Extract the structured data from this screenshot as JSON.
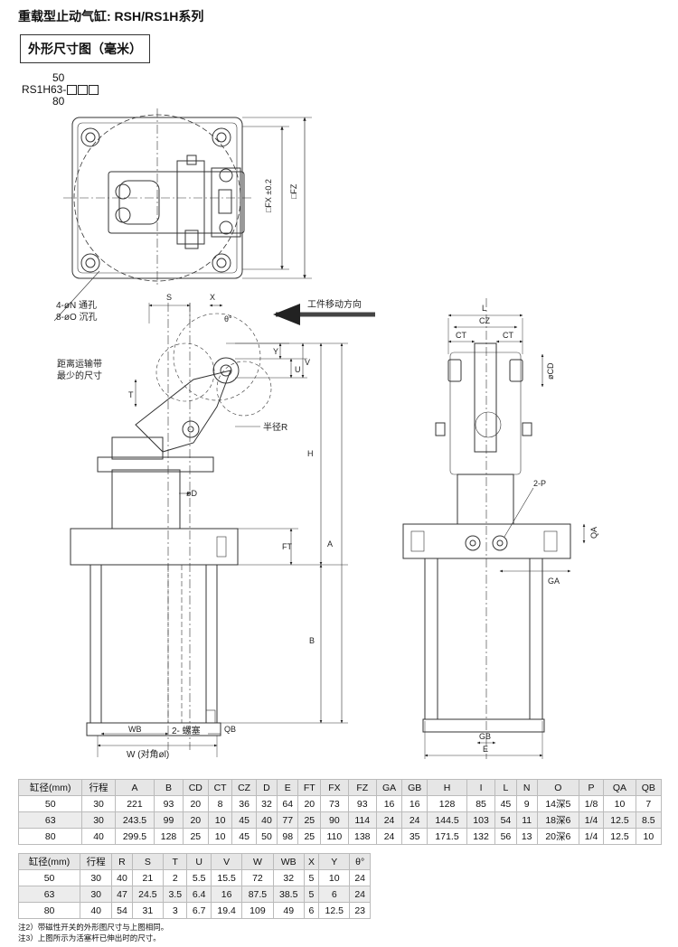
{
  "header": {
    "title": "重载型止动气缸: RSH/RS1H系列",
    "section": "外形尺寸图（毫米）"
  },
  "model": {
    "top": "50",
    "prefix": "RS1H63-",
    "bottom": "80"
  },
  "labels": {
    "holes1": "4-øN  通孔",
    "holes2": "8-øO  沉孔",
    "workpiece": "工件移动方向",
    "min_dist1": "距离运输带",
    "min_dist2": "最少的尺寸",
    "radius": "半径R",
    "plug": "2- 螺塞",
    "w": "W (对角øl)",
    "theta": "θ°",
    "fx": "□FX ±0.2",
    "fz": "□FZ",
    "s": "S",
    "x": "X",
    "y": "Y",
    "u": "U",
    "v": "V",
    "t": "T",
    "d": "øD",
    "h": "H",
    "a": "A",
    "ft": "FT",
    "b": "B",
    "wb": "WB",
    "qb": "QB",
    "l": "L",
    "cz": "CZ",
    "ct_left": "CT",
    "ct_right": "CT",
    "cd": "øCD",
    "p": "2-P",
    "qa": "QA",
    "ga": "GA",
    "gb": "GB",
    "e": "E"
  },
  "table1": {
    "headers": [
      "缸径(mm)",
      "行程",
      "A",
      "B",
      "CD",
      "CT",
      "CZ",
      "D",
      "E",
      "FT",
      "FX",
      "FZ",
      "GA",
      "GB",
      "H",
      "I",
      "L",
      "N",
      "O",
      "P",
      "QA",
      "QB"
    ],
    "rows": [
      [
        "50",
        "30",
        "221",
        "93",
        "20",
        "8",
        "36",
        "32",
        "64",
        "20",
        "73",
        "93",
        "16",
        "16",
        "128",
        "85",
        "45",
        "9",
        "14深5",
        "1/8",
        "10",
        "7"
      ],
      [
        "63",
        "30",
        "243.5",
        "99",
        "20",
        "10",
        "45",
        "40",
        "77",
        "25",
        "90",
        "114",
        "24",
        "24",
        "144.5",
        "103",
        "54",
        "11",
        "18深6",
        "1/4",
        "12.5",
        "8.5"
      ],
      [
        "80",
        "40",
        "299.5",
        "128",
        "25",
        "10",
        "45",
        "50",
        "98",
        "25",
        "110",
        "138",
        "24",
        "35",
        "171.5",
        "132",
        "56",
        "13",
        "20深6",
        "1/4",
        "12.5",
        "10"
      ]
    ]
  },
  "table2": {
    "headers": [
      "缸径(mm)",
      "行程",
      "R",
      "S",
      "T",
      "U",
      "V",
      "W",
      "WB",
      "X",
      "Y",
      "θ°"
    ],
    "rows": [
      [
        "50",
        "30",
        "40",
        "21",
        "2",
        "5.5",
        "15.5",
        "72",
        "32",
        "5",
        "10",
        "24"
      ],
      [
        "63",
        "30",
        "47",
        "24.5",
        "3.5",
        "6.4",
        "16",
        "87.5",
        "38.5",
        "5",
        "6",
        "24"
      ],
      [
        "80",
        "40",
        "54",
        "31",
        "3",
        "6.7",
        "19.4",
        "109",
        "49",
        "6",
        "12.5",
        "23"
      ]
    ]
  },
  "notes": [
    "注2）带磁性开关的外形图尺寸与上图相同。",
    "注3）上图所示为活塞杆已伸出时的尺寸。"
  ]
}
